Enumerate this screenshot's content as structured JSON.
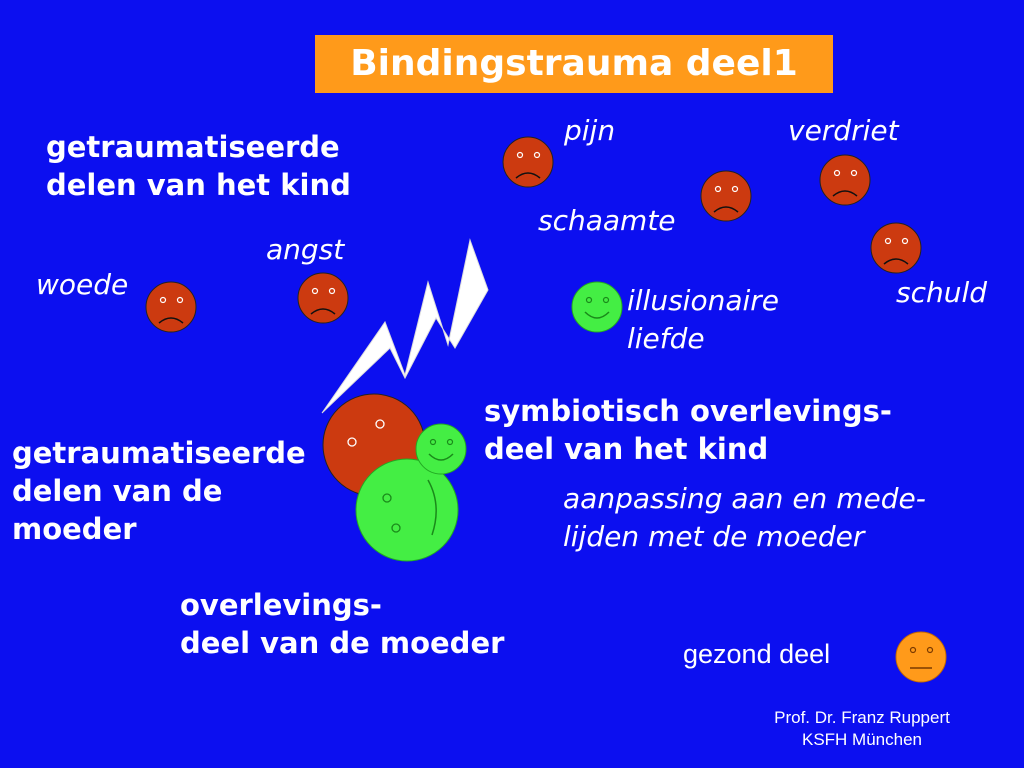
{
  "slide": {
    "title": "Bindingstrauma deel1",
    "child_traumatized_label": [
      "getraumatiseerde",
      "delen van het kind"
    ],
    "mother_traumatized_label": [
      "getraumatiseerde",
      "delen van de",
      "moeder"
    ],
    "child_symbiotic_label": [
      "symbiotisch overlevings-",
      "deel van het kind"
    ],
    "adaptation_label": [
      "aanpassing aan en mede-",
      "lijden met de moeder"
    ],
    "mother_survival_label": [
      "overlevings-",
      "deel van de moeder"
    ],
    "healthy_label": "gezond deel",
    "illusion_label": [
      "illusionaire",
      "liefde"
    ],
    "emotions": {
      "pain": "pijn",
      "sadness": "verdriet",
      "shame": "schaamte",
      "guilt": "schuld",
      "fear": "angst",
      "anger": "woede"
    },
    "credit": [
      "Prof. Dr. Franz Ruppert",
      "KSFH München"
    ]
  },
  "colors": {
    "background": "#0c0ff0",
    "title_box": "#ff9a1a",
    "sad_face": "#cc3a10",
    "happy_face": "#44ee44",
    "healthy_face": "#ff9a1a",
    "text": "#ffffff"
  }
}
